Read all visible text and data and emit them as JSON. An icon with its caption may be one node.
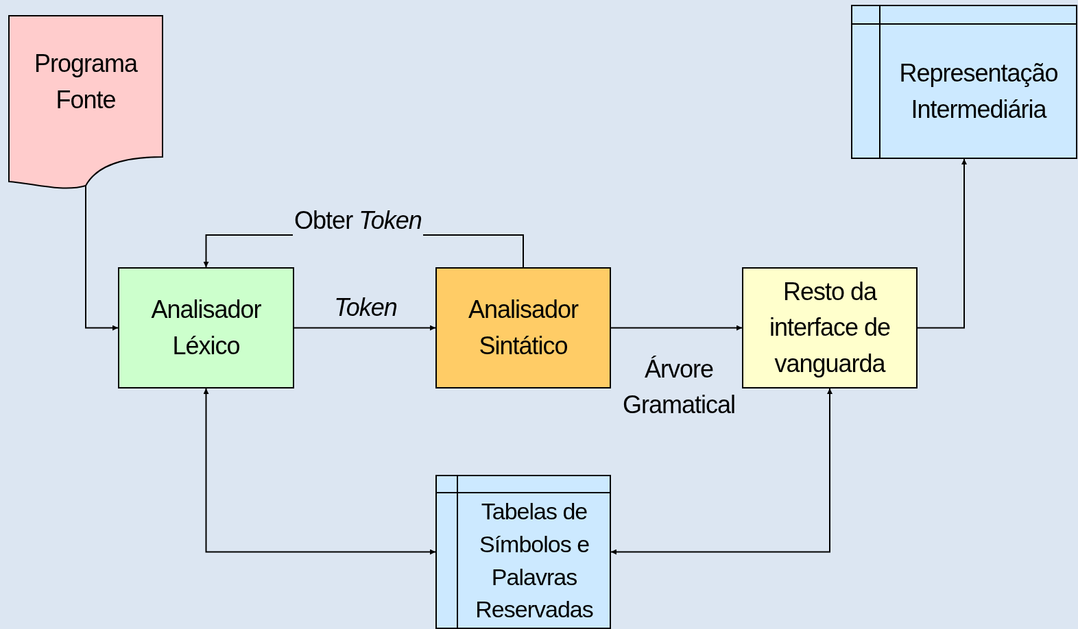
{
  "diagram": {
    "nodes": [
      {
        "text": [
          "Programa Fonte"
        ]
      },
      {
        "text": [
          "Representação Intermediária"
        ]
      },
      {
        "text": [
          "Analisador Léxico"
        ]
      },
      {
        "text": [
          "Analisador Sintático"
        ]
      },
      {
        "text": [
          "Resto da interface de vanguarda"
        ]
      },
      {
        "text": [
          "Tabelas de Símbolos e Palavras Reservadas"
        ]
      }
    ],
    "edges": [
      {
        "from": 0,
        "to": 2,
        "arrow": "to"
      },
      {
        "from": 2,
        "to": 3,
        "arrow": "to",
        "label": "Token"
      },
      {
        "from": 3,
        "to": 2,
        "arrow": "to",
        "label": "Obter *Token*"
      },
      {
        "from": 3,
        "to": 4,
        "arrow": "to",
        "label": "Árvore Gramatical"
      },
      {
        "from": 4,
        "to": 1,
        "arrow": "to"
      },
      {
        "from": 2,
        "to": 5,
        "arrow": "both"
      },
      {
        "from": 4,
        "to": 5,
        "arrow": "both"
      }
    ]
  }
}
